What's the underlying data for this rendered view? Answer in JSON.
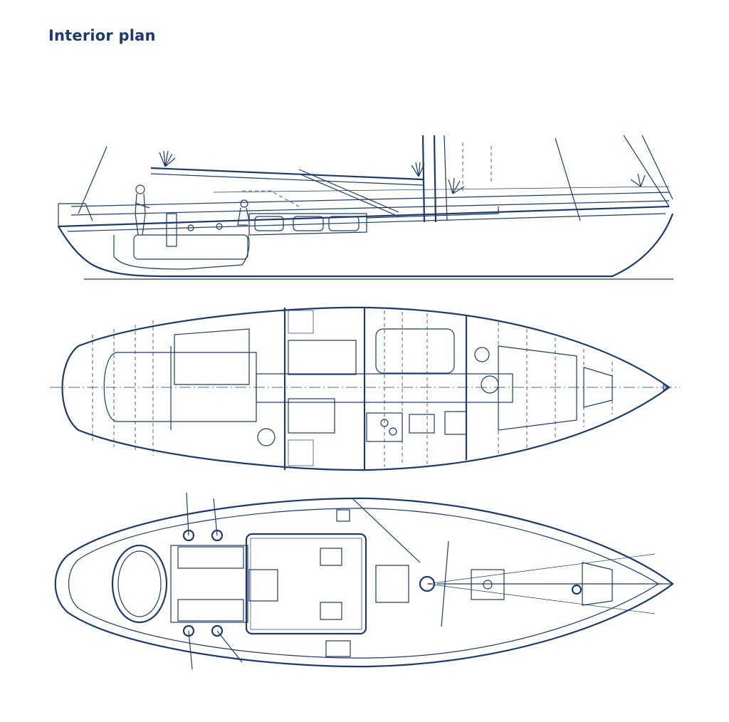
{
  "page": {
    "title": "Interior plan"
  },
  "colors": {
    "ink": "#1d3a6b",
    "background": "#ffffff"
  },
  "drawings": [
    "side-profile",
    "interior-layout",
    "deck-plan"
  ]
}
